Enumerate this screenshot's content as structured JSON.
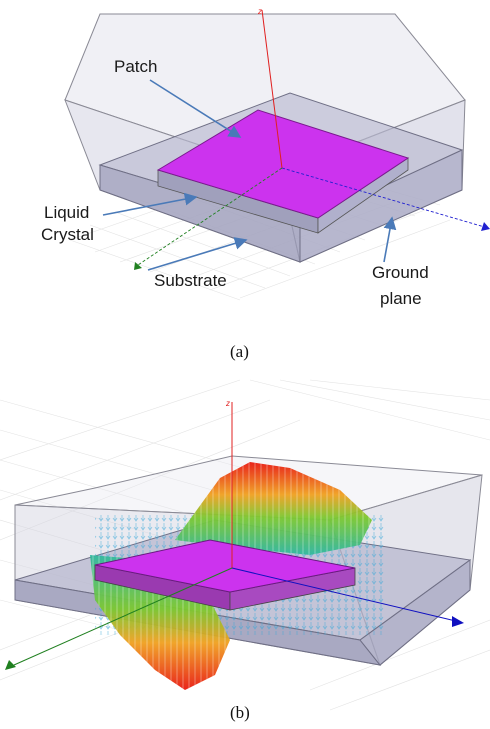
{
  "figure_a": {
    "labels": {
      "patch": "Patch",
      "liquid_crystal_1": "Liquid",
      "liquid_crystal_2": "Crystal",
      "substrate": "Substrate",
      "ground_plane_1": "Ground",
      "ground_plane_2": "plane"
    },
    "axis_z": "z",
    "caption": "(a)"
  },
  "figure_b": {
    "axis_z": "z",
    "caption": "(b)"
  },
  "colors": {
    "patch": "#cc33ee",
    "box_fill": "#c8c8dc",
    "substrate": "#a8a8c8",
    "arrow": "#4a7ab8",
    "z_axis": "#e02020",
    "x_axis": "#2020d0",
    "y_axis": "#208020"
  }
}
